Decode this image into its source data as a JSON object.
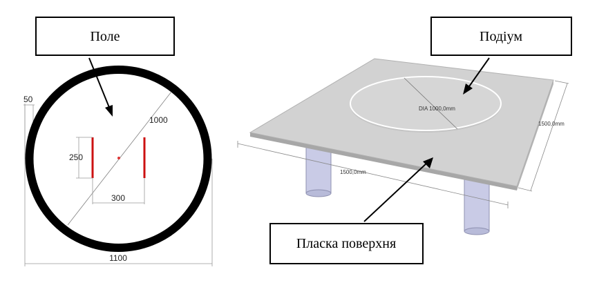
{
  "left_view": {
    "callout_label": "Поле",
    "dim_outer_diameter": "1100",
    "dim_inner_diameter": "1000",
    "dim_ring_width": "50",
    "dim_bar_length": "250",
    "dim_bar_spacing": "300",
    "colors": {
      "ring": "#000000",
      "bars": "#cc1111",
      "center_dot": "#dd3333",
      "dim_line": "#888888"
    }
  },
  "right_view": {
    "callout_top_label": "Подіум",
    "callout_bottom_label": "Пласка поверхня",
    "dim_podium": "DIA 1000,0mm",
    "dim_width": "1500,0mm",
    "dim_depth": "1500,0mm",
    "colors": {
      "plate": "#d2d2d2",
      "legs": "#c9cbe6"
    }
  }
}
